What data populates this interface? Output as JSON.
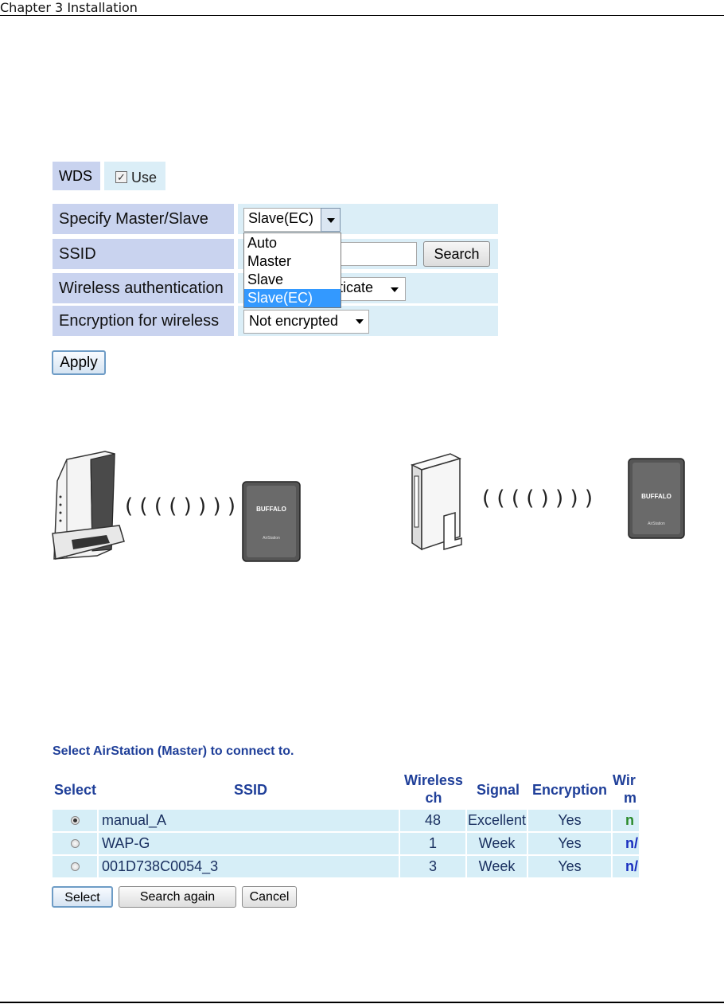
{
  "header": {
    "chapter": "Chapter 3  Installation"
  },
  "wds": {
    "label": "WDS",
    "checkbox_checked": true,
    "checkbox_label": "Use"
  },
  "settings": {
    "rows": [
      {
        "label": "Specify Master/Slave",
        "value": "Slave(EC)"
      },
      {
        "label": "SSID",
        "value": ""
      },
      {
        "label": "Wireless authentication",
        "value_visible": "ticate"
      },
      {
        "label": "Encryption for wireless",
        "value": "Not encrypted"
      }
    ],
    "search_label": "Search",
    "dropdown_options": [
      "Auto",
      "Master",
      "Slave",
      "Slave(EC)"
    ],
    "dropdown_selected": "Slave(EC)",
    "apply_label": "Apply"
  },
  "illustration": {
    "waves_left": "( ( ( ( ) ) ) )",
    "waves_right": "( ( ( ( ) ) ) )",
    "brand": "BUFFALO",
    "device_text": "AirStation"
  },
  "master_table": {
    "title": "Select AirStation (Master) to connect to.",
    "headers": {
      "select": "Select",
      "ssid": "SSID",
      "channel_line1": "Wireless",
      "channel_line2": "ch",
      "signal": "Signal",
      "encryption": "Encryption",
      "mode_line1": "Wir",
      "mode_line2": "m"
    },
    "rows": [
      {
        "selected": true,
        "ssid": "manual_A",
        "channel": "48",
        "signal": "Excellent",
        "encryption": "Yes",
        "mode": "n"
      },
      {
        "selected": false,
        "ssid": "WAP-G",
        "channel": "1",
        "signal": "Week",
        "encryption": "Yes",
        "mode": "n/"
      },
      {
        "selected": false,
        "ssid": "001D738C0054_3",
        "channel": "3",
        "signal": "Week",
        "encryption": "Yes",
        "mode": "n/"
      }
    ],
    "colors": {
      "header": "#1f3f99",
      "mode_row1": "#2a8a2a",
      "mode_other": "#1a2fbf",
      "row_bg": "#d6eef7"
    },
    "buttons": {
      "select": "Select",
      "search_again": "Search again",
      "cancel": "Cancel"
    }
  }
}
